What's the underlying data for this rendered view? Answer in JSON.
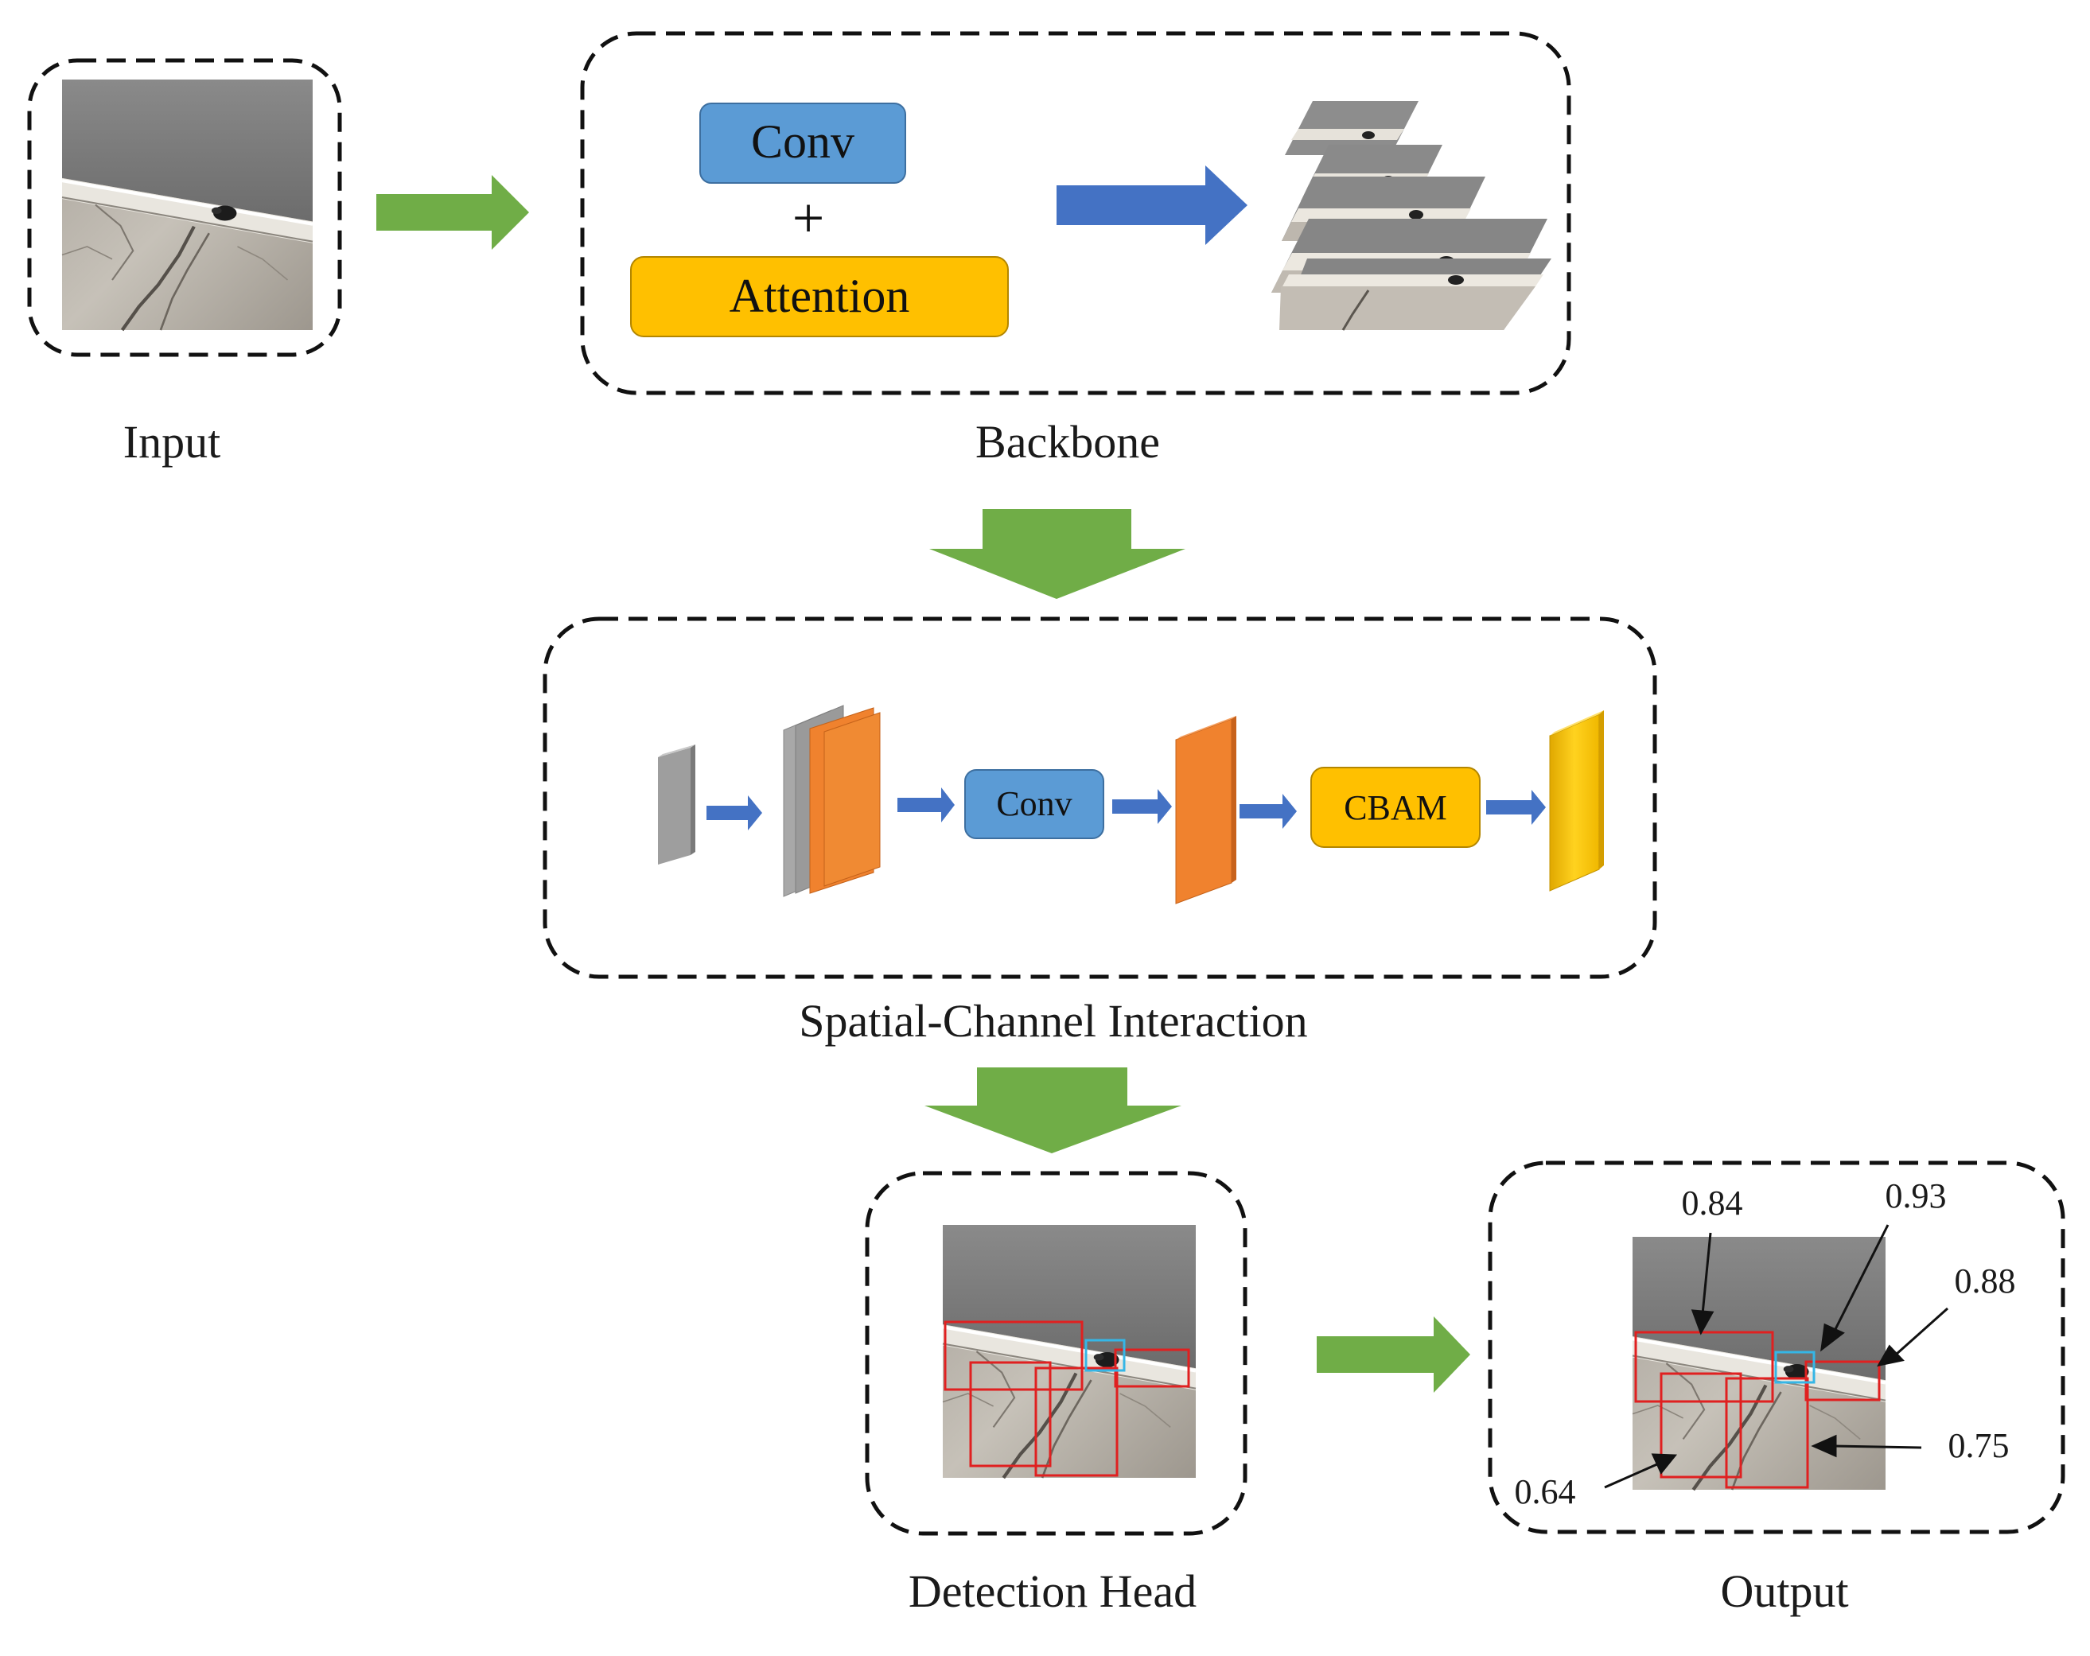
{
  "captions": {
    "input": "Input",
    "backbone": "Backbone",
    "spatial_channel": "Spatial-Channel Interaction",
    "detection_head": "Detection Head",
    "output": "Output"
  },
  "backbone_blocks": {
    "conv": "Conv",
    "plus": "+",
    "attention": "Attention"
  },
  "sci_blocks": {
    "conv": "Conv",
    "cbam": "CBAM"
  },
  "scores": {
    "s1": "0.84",
    "s2": "0.93",
    "s3": "0.88",
    "s4": "0.75",
    "s5": "0.64"
  },
  "colors": {
    "conv_block": "#5b9bd5",
    "attention_block": "#ffc000",
    "transition_arrow": "#70ad47",
    "inner_arrow": "#4472c4",
    "feature_orange": "#f0822e",
    "feature_gray": "#9e9e9e",
    "feature_yellow": "#ffc90e",
    "detection_box": "#e02020",
    "small_box": "#35b6e6"
  }
}
